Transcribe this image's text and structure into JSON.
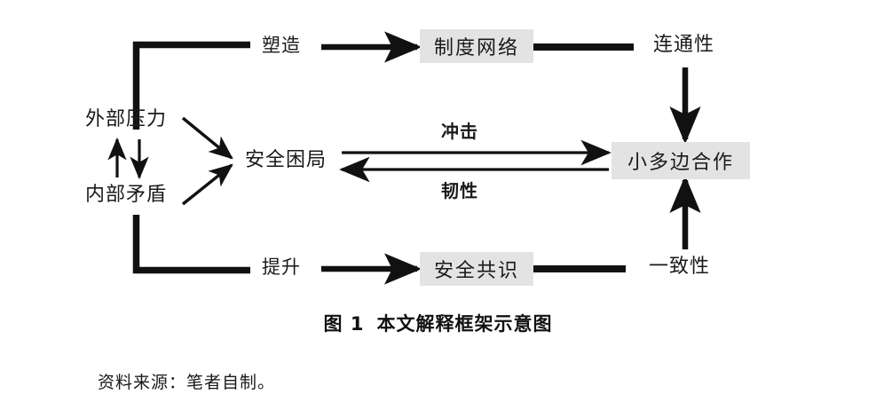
{
  "figure": {
    "caption_number": "图 1",
    "caption_title": "本文解释框架示意图",
    "source_note": "资料来源：笔者自制。",
    "colors": {
      "box_fill": "#e3e3e3",
      "ink": "#1a1a1a",
      "background": "#ffffff"
    },
    "nodes": [
      {
        "id": "external-pressure",
        "label": "外部压力",
        "type": "plain"
      },
      {
        "id": "internal-contradiction",
        "label": "内部矛盾",
        "type": "plain"
      },
      {
        "id": "security-dilemma",
        "label": "安全困局",
        "type": "plain"
      },
      {
        "id": "institutional-network",
        "label": "制度网络",
        "type": "box"
      },
      {
        "id": "security-consensus",
        "label": "安全共识",
        "type": "box"
      },
      {
        "id": "minilateral-cooperation",
        "label": "小多边合作",
        "type": "box"
      },
      {
        "id": "connectivity",
        "label": "连通性",
        "type": "plain"
      },
      {
        "id": "consistency",
        "label": "一致性",
        "type": "plain"
      }
    ],
    "edges": [
      {
        "id": "shape",
        "label": "塑造",
        "from": "pressure-bracket-top",
        "to": "institutional-network",
        "style": "bold-label-none"
      },
      {
        "id": "elevate",
        "label": "提升",
        "from": "pressure-bracket-bottom",
        "to": "security-consensus",
        "style": "bold-label-none"
      },
      {
        "id": "impact",
        "label": "冲击",
        "from": "security-dilemma",
        "to": "minilateral-cooperation",
        "style": "bold"
      },
      {
        "id": "resilience",
        "label": "韧性",
        "from": "minilateral-cooperation",
        "to": "security-dilemma",
        "style": "bold"
      }
    ]
  }
}
